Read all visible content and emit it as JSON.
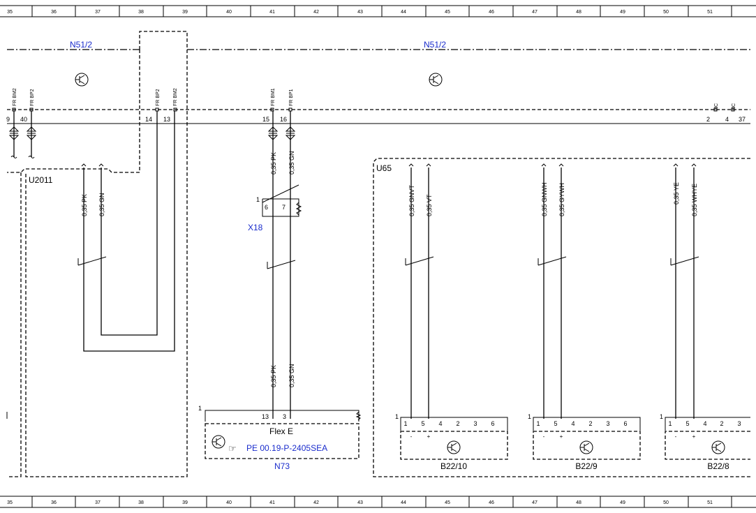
{
  "grid_columns": [
    "35",
    "36",
    "37",
    "38",
    "39",
    "40",
    "41",
    "42",
    "43",
    "44",
    "45",
    "46",
    "47",
    "48",
    "49",
    "50",
    "51"
  ],
  "modules": {
    "n51_left": "N51/2",
    "n51_right": "N51/2",
    "u2011": "U2011",
    "u65": "U65",
    "x18": "X18",
    "n73": "N73",
    "flex_e": "Flex E",
    "reference": "PE 00.19-P-2405SEA",
    "b22_10": "B22/10",
    "b22_9": "B22/9",
    "b22_8": "B22/8"
  },
  "connector_pins": {
    "fr_bm2_a": "FR BM2",
    "fr_bp2_a": "FR BP2",
    "fr_bp2_b": "FR BP2",
    "fr_bm2_b": "FR BM2",
    "fr_bm1": "FR BM1",
    "fr_bp1": "FR BP1",
    "nc1": "NC",
    "nc2": "NC"
  },
  "pin_numbers": {
    "p9": "9",
    "p40": "40",
    "p14": "14",
    "p13": "13",
    "p15": "15",
    "p16": "16",
    "p2": "2",
    "p4": "4",
    "p37": "37",
    "x18_1": "1",
    "x18_6": "6",
    "x18_7": "7",
    "n73_1": "1",
    "n73_13": "13",
    "n73_3": "3"
  },
  "wires": {
    "u2011_pk": "0,35 PK",
    "u2011_gn": "0,35 GN",
    "x18_pk_top": "0,35 PK",
    "x18_gn_top": "0,35 GN",
    "x18_pk_bot": "0,35 PK",
    "x18_gn_bot": "0,35 GN",
    "gnvt": "0,35 GNVT",
    "vt": "0,35 VT",
    "gnwh": "0,35 GNWH",
    "gywh": "0,35 GYWH",
    "ye": "0,35 YE",
    "whye": "0,35 WHYE"
  },
  "sensor_connector": {
    "top": [
      "1",
      "5",
      "4",
      "2",
      "3",
      "6"
    ],
    "polarity": [
      "-",
      "+"
    ],
    "num_top_b22_8": [
      "1",
      "5",
      "4",
      "2",
      "3"
    ]
  },
  "colors": {
    "line": "#000000",
    "label_blue": "#1a2ccc"
  }
}
